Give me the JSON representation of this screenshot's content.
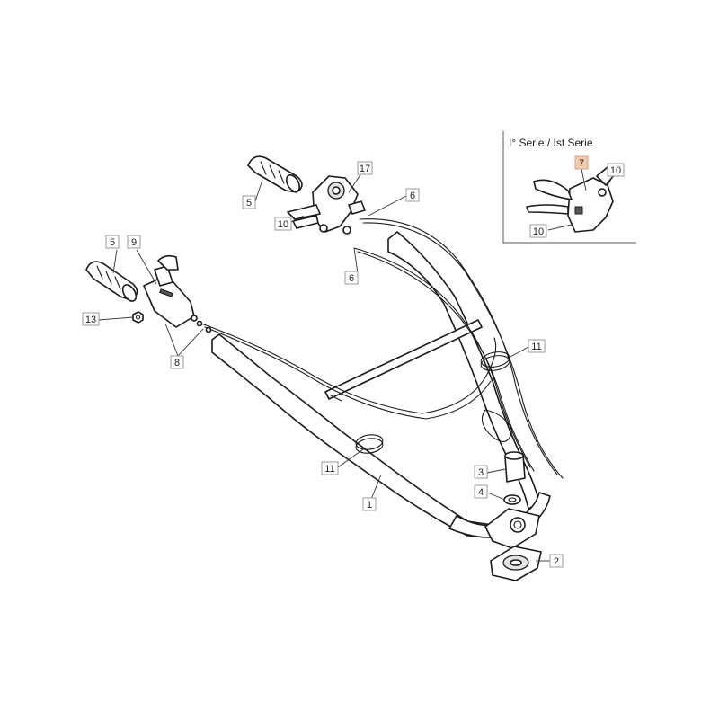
{
  "inset": {
    "title": "I° Serie / Ist Serie",
    "labels": [
      {
        "id": "inset-7",
        "text": "7",
        "highlight": true
      },
      {
        "id": "inset-10a",
        "text": "10"
      },
      {
        "id": "inset-10b",
        "text": "10"
      }
    ]
  },
  "callouts": [
    {
      "id": "c17",
      "text": "17"
    },
    {
      "id": "c5a",
      "text": "5"
    },
    {
      "id": "c10",
      "text": "10"
    },
    {
      "id": "c6a",
      "text": "6"
    },
    {
      "id": "c6b",
      "text": "6"
    },
    {
      "id": "c5b",
      "text": "5"
    },
    {
      "id": "c9",
      "text": "9"
    },
    {
      "id": "c13",
      "text": "13"
    },
    {
      "id": "c8",
      "text": "8"
    },
    {
      "id": "c11a",
      "text": "11"
    },
    {
      "id": "c11b",
      "text": "11"
    },
    {
      "id": "c1",
      "text": "1"
    },
    {
      "id": "c3",
      "text": "3"
    },
    {
      "id": "c4",
      "text": "4"
    },
    {
      "id": "c2",
      "text": "2"
    }
  ],
  "colors": {
    "highlight_label": "#f6c9a8",
    "outline": "#1a1a1a",
    "label_border": "#9a9a9a"
  }
}
